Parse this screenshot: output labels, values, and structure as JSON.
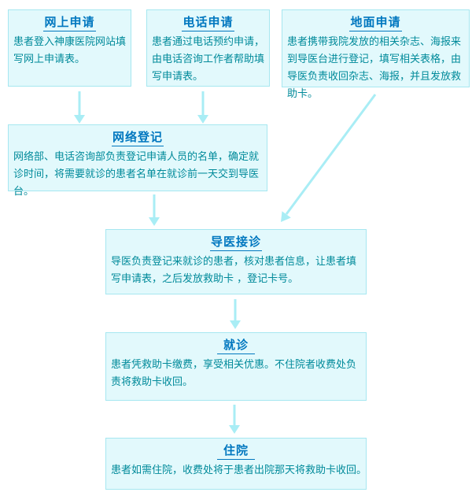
{
  "diagram": {
    "kind": "flowchart",
    "language": "zh-CN",
    "colors": {
      "page_background": "#ffffff",
      "box_background": "#e2f9fc",
      "box_border": "#a6e7f0",
      "title_color": "#0077bf",
      "body_color": "#008a9a",
      "arrow_color": "#a9edf5"
    },
    "nodes": [
      {
        "id": "online-application",
        "title": "网上申请",
        "body": "患者登入神康医院网站填写网上申请表。"
      },
      {
        "id": "phone-application",
        "title": "电话申请",
        "body": "患者通过电话预约申请，由电话咨询工作者帮助填写申请表。"
      },
      {
        "id": "ground-application",
        "title": "地面申请",
        "body": "患者携带我院发放的相关杂志、海报来到导医台进行登记，填写相关表格，由导医负责收回杂志、海报，并且发放救助卡。"
      },
      {
        "id": "network-registration",
        "title": "网络登记",
        "body": "网络部、电话咨询部负责登记申请人员的名单，确定就诊时间，将需要就诊的患者名单在就诊前一天交到导医台。"
      },
      {
        "id": "guide-reception",
        "title": "导医接诊",
        "body": "导医负责登记来就诊的患者，核对患者信息，让患者填写申请表，之后发放救助卡 ，登记卡号。"
      },
      {
        "id": "visit",
        "title": "就诊",
        "body": "患者凭救助卡缴费，享受相关优惠。不住院者收费处负责将救助卡收回。"
      },
      {
        "id": "hospitalization",
        "title": "住院",
        "body": "患者如需住院，收费处将于患者出院那天将救助卡收回。"
      }
    ],
    "edges": [
      {
        "from": "online-application",
        "to": "network-registration"
      },
      {
        "from": "phone-application",
        "to": "network-registration"
      },
      {
        "from": "ground-application",
        "to": "guide-reception"
      },
      {
        "from": "network-registration",
        "to": "guide-reception"
      },
      {
        "from": "guide-reception",
        "to": "visit"
      },
      {
        "from": "visit",
        "to": "hospitalization"
      }
    ]
  }
}
